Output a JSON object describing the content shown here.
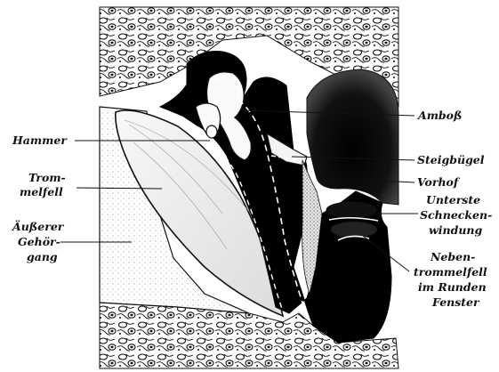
{
  "figure": {
    "labels": {
      "amboss": "Amboß",
      "hammer": "Hammer",
      "trommelfell": [
        "Trom-",
        "melfell"
      ],
      "gehoergang": [
        "Äußerer",
        "Gehör-",
        "gang"
      ],
      "steigbuegel": "Steigbügel",
      "vorhof": "Vorhof",
      "schnecke": [
        "Unterste",
        "Schnecken-",
        "windung"
      ],
      "nebentrommelfell": [
        "Neben-",
        "trommelfell",
        "im Runden",
        "Fenster"
      ]
    },
    "colors": {
      "ink": "#111111",
      "paper": "#ffffff",
      "stipple": "#555555"
    }
  }
}
